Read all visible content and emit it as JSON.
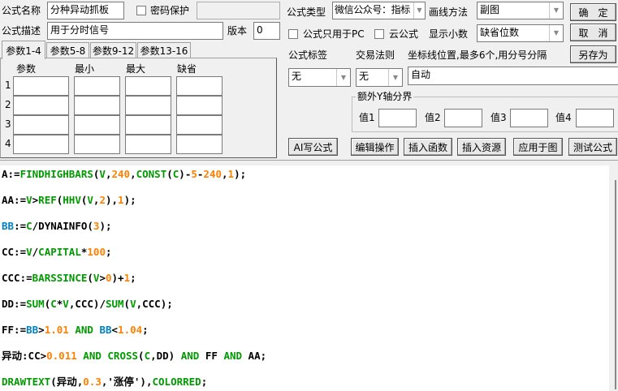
{
  "form": {
    "name_label": "公式名称",
    "name_value": "分种异动抓板",
    "password_label": "密码保护",
    "desc_label": "公式描述",
    "desc_value": "用于分时信号",
    "version_label": "版本",
    "version_value": "0",
    "type_label": "公式类型",
    "type_value": "微信公众号：指标",
    "draw_label": "画线方法",
    "draw_value": "副图",
    "pc_only_label": "公式只用于PC",
    "cloud_label": "云公式",
    "decimal_label": "显示小数",
    "decimal_value": "缺省位数",
    "tag_label": "公式标签",
    "tag_value": "无",
    "rule_label": "交易法则",
    "rule_value": "无",
    "axis_label": "坐标线位置,最多6个,用分号分隔",
    "axis_value": "自动",
    "yaxis_group": "额外Y轴分界",
    "yvals": [
      "值1",
      "值2",
      "值3",
      "值4"
    ]
  },
  "buttons": {
    "ok": "确　定",
    "cancel": "取　消",
    "save_as": "另存为",
    "ai": "AI写公式",
    "edit": "编辑操作",
    "insert_func": "插入函数",
    "insert_res": "插入资源",
    "apply": "应用于图",
    "test": "测试公式"
  },
  "tabs": [
    "参数1-4",
    "参数5-8",
    "参数9-12",
    "参数13-16"
  ],
  "params": {
    "headers": [
      "参数",
      "最小",
      "最大",
      "缺省"
    ],
    "rows": [
      "1",
      "2",
      "3",
      "4"
    ]
  },
  "colors": {
    "function": "#009900",
    "number": "#ff8000",
    "variable": "#0080c0",
    "default": "#000000"
  },
  "code": [
    [
      [
        "A:=",
        "d"
      ],
      [
        "FINDHIGHBARS",
        "f"
      ],
      [
        "(",
        "d"
      ],
      [
        "V",
        "f"
      ],
      [
        ",",
        "d"
      ],
      [
        "240",
        "n"
      ],
      [
        ",",
        "d"
      ],
      [
        "CONST",
        "f"
      ],
      [
        "(",
        "d"
      ],
      [
        "C",
        "f"
      ],
      [
        ")-",
        "d"
      ],
      [
        "5",
        "n"
      ],
      [
        "-",
        "d"
      ],
      [
        "240",
        "n"
      ],
      [
        ",",
        "d"
      ],
      [
        "1",
        "n"
      ],
      [
        ");",
        "d"
      ]
    ],
    [
      [
        "AA:=",
        "d"
      ],
      [
        "V",
        "f"
      ],
      [
        ">",
        "d"
      ],
      [
        "REF",
        "f"
      ],
      [
        "(",
        "d"
      ],
      [
        "HHV",
        "f"
      ],
      [
        "(",
        "d"
      ],
      [
        "V",
        "f"
      ],
      [
        ",",
        "d"
      ],
      [
        "2",
        "n"
      ],
      [
        "),",
        "d"
      ],
      [
        "1",
        "n"
      ],
      [
        ");",
        "d"
      ]
    ],
    [
      [
        "BB",
        "v"
      ],
      [
        ":=",
        "d"
      ],
      [
        "C",
        "f"
      ],
      [
        "/DYNAINFO(",
        "d"
      ],
      [
        "3",
        "n"
      ],
      [
        ");",
        "d"
      ]
    ],
    [
      [
        "CC:=",
        "d"
      ],
      [
        "V",
        "f"
      ],
      [
        "/",
        "d"
      ],
      [
        "CAPITAL",
        "f"
      ],
      [
        "*",
        "d"
      ],
      [
        "100",
        "n"
      ],
      [
        ";",
        "d"
      ]
    ],
    [
      [
        "CCC:=",
        "d"
      ],
      [
        "BARSSINCE",
        "f"
      ],
      [
        "(",
        "d"
      ],
      [
        "V",
        "f"
      ],
      [
        ">",
        "d"
      ],
      [
        "0",
        "n"
      ],
      [
        ")+",
        "d"
      ],
      [
        "1",
        "n"
      ],
      [
        ";",
        "d"
      ]
    ],
    [
      [
        "DD:=",
        "d"
      ],
      [
        "SUM",
        "f"
      ],
      [
        "(",
        "d"
      ],
      [
        "C",
        "f"
      ],
      [
        "*",
        "d"
      ],
      [
        "V",
        "f"
      ],
      [
        ",CCC)/",
        "d"
      ],
      [
        "SUM",
        "f"
      ],
      [
        "(",
        "d"
      ],
      [
        "V",
        "f"
      ],
      [
        ",CCC);",
        "d"
      ]
    ],
    [
      [
        "FF:=",
        "d"
      ],
      [
        "BB",
        "v"
      ],
      [
        ">",
        "d"
      ],
      [
        "1.01",
        "n"
      ],
      [
        " ",
        "d"
      ],
      [
        "AND",
        "f"
      ],
      [
        " ",
        "d"
      ],
      [
        "BB",
        "v"
      ],
      [
        "<",
        "d"
      ],
      [
        "1.04",
        "n"
      ],
      [
        ";",
        "d"
      ]
    ],
    [
      [
        "异动",
        "d"
      ],
      [
        ":CC>",
        "d"
      ],
      [
        "0.011",
        "n"
      ],
      [
        " ",
        "d"
      ],
      [
        "AND",
        "f"
      ],
      [
        " ",
        "d"
      ],
      [
        "CROSS",
        "f"
      ],
      [
        "(",
        "d"
      ],
      [
        "C",
        "f"
      ],
      [
        ",DD) ",
        "d"
      ],
      [
        "AND",
        "f"
      ],
      [
        " FF ",
        "d"
      ],
      [
        "AND",
        "f"
      ],
      [
        " AA;",
        "d"
      ]
    ],
    [
      [
        "DRAWTEXT",
        "f"
      ],
      [
        "(异动,",
        "d"
      ],
      [
        "0.3",
        "n"
      ],
      [
        ",'涨停'),",
        "d"
      ],
      [
        "COLORRED",
        "f"
      ],
      [
        ";",
        "d"
      ]
    ]
  ]
}
